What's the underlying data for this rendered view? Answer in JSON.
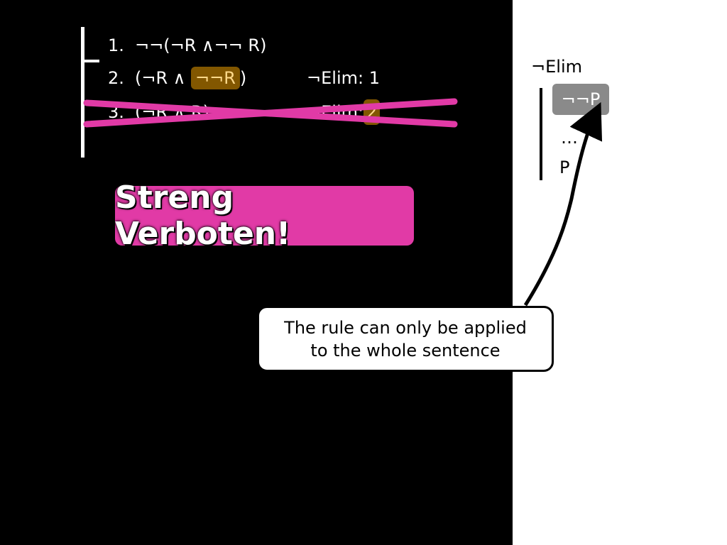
{
  "proof": {
    "lines": [
      {
        "num": "1.",
        "formula": "¬¬(¬R ∧¬¬ R)",
        "justification": ""
      },
      {
        "num": "2.",
        "formula_pre": "(¬R ∧ ",
        "formula_hl": "¬¬R",
        "formula_post": ")",
        "justification_label": "¬Elim:",
        "justification_ref": "1"
      },
      {
        "num": "3.",
        "formula": "(¬R ∧ R)",
        "justification_label": "¬Elim:",
        "justification_ref": "2"
      }
    ]
  },
  "banner": {
    "text": "Streng Verboten!",
    "color": "#e13aa6"
  },
  "callout": {
    "line1": "The rule can only be applied",
    "line2": "to the whole sentence"
  },
  "rule": {
    "title": "¬Elim",
    "premise": "¬¬P",
    "dots": "…",
    "conclusion": "P"
  },
  "colors": {
    "strike": "#e13aa6",
    "highlight": "#996600",
    "premise_box": "#8a8a8a"
  }
}
